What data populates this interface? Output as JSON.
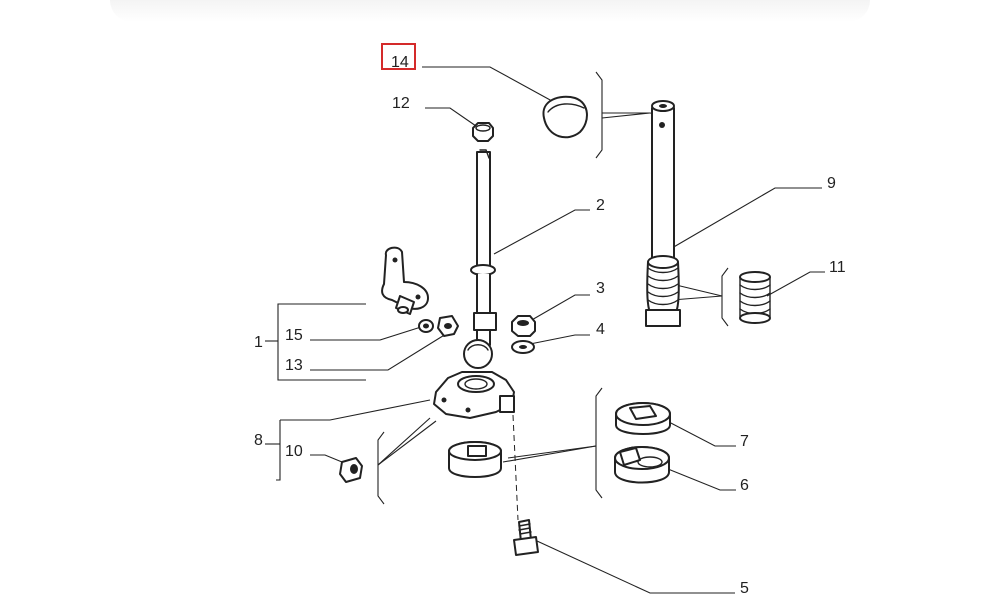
{
  "diagram": {
    "highlight_color": "#d42a2a",
    "line_color": "#222222",
    "callouts": {
      "c1": "1",
      "c2": "2",
      "c3": "3",
      "c4": "4",
      "c5": "5",
      "c6": "6",
      "c7": "7",
      "c8": "8",
      "c9": "9",
      "c10": "10",
      "c11": "11",
      "c12": "12",
      "c13": "13",
      "c14": "14",
      "c15": "15"
    },
    "highlighted_callout": "14"
  }
}
